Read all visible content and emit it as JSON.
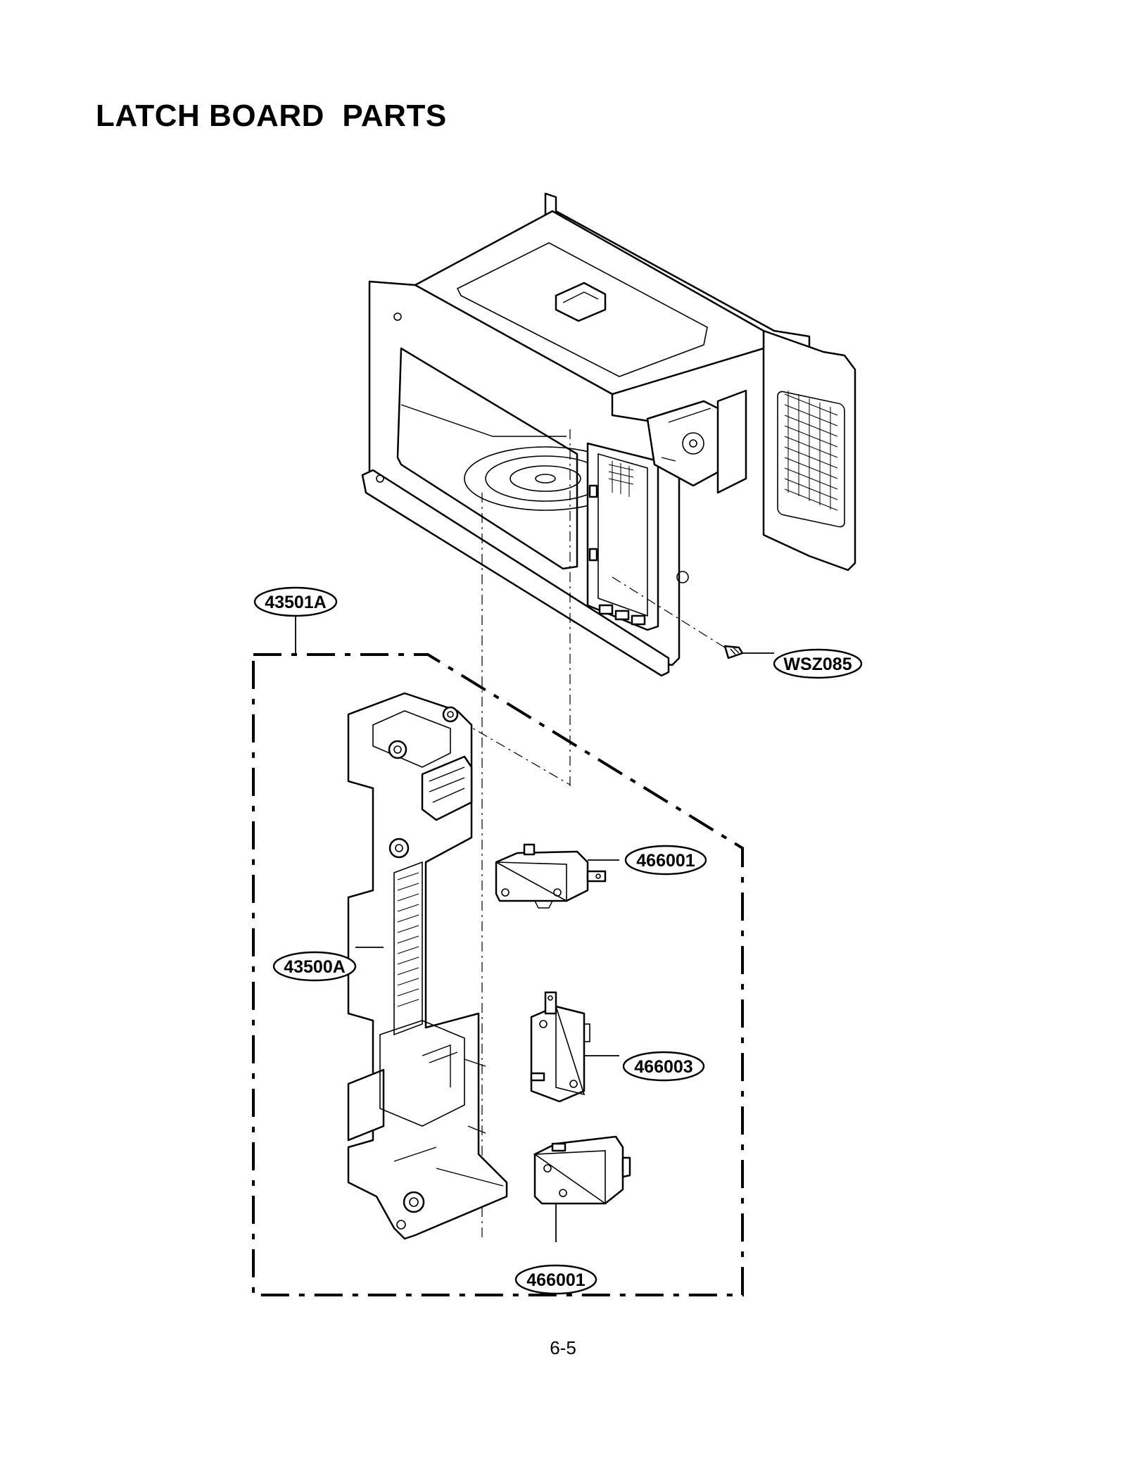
{
  "title": "LATCH BOARD  PARTS",
  "page_number": "6-5",
  "callouts": {
    "latch_board_assembly": "43501A",
    "screw": "WSZ085",
    "latch_board": "43500A",
    "switch_upper": "466001",
    "switch_middle": "466003",
    "switch_lower": "466001"
  }
}
